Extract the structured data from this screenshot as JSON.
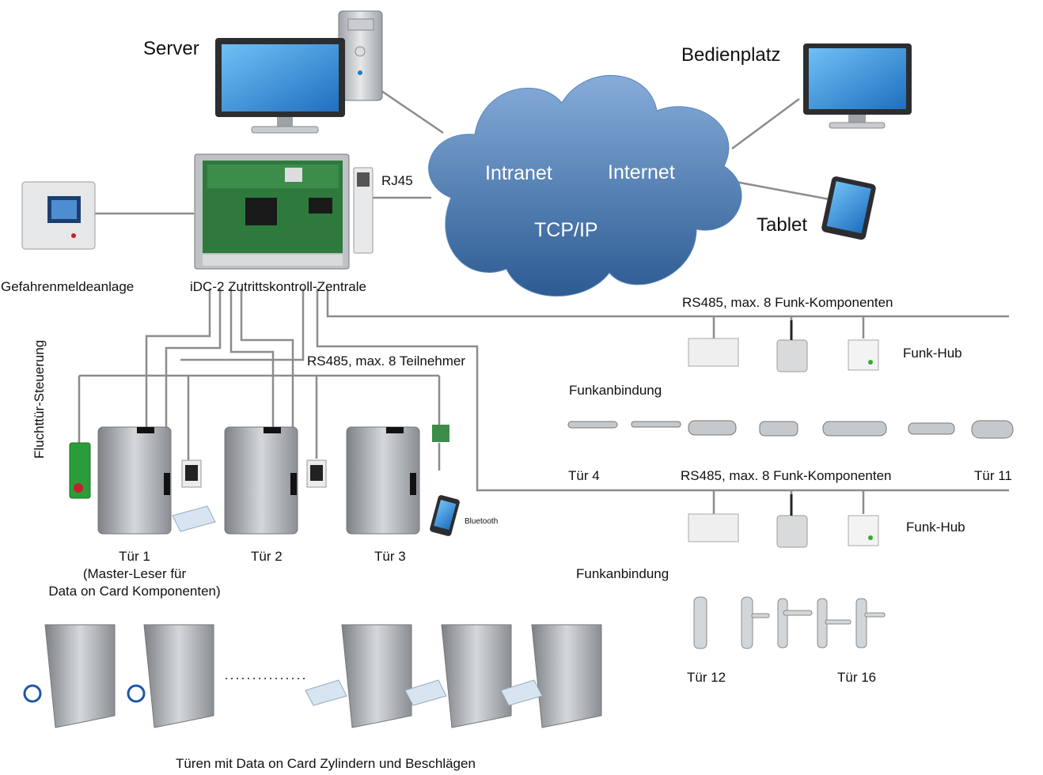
{
  "network": {
    "server": "Server",
    "operator_station": "Bedienplatz",
    "tablet": "Tablet",
    "rj45": "RJ45",
    "cloud": {
      "intranet": "Intranet",
      "internet": "Internet",
      "tcpip": "TCP/IP"
    }
  },
  "controller": {
    "label": "iDC-2 Zutrittskontroll-Zentrale",
    "alarm_system": "Gefahrenmeldeanlage"
  },
  "bus_wired": {
    "label": "RS485, max. 8 Teilnehmer",
    "escape_control": "Fluchttür-Steuerung",
    "door1": "Tür 1",
    "door1_note1": "(Master-Leser für",
    "door1_note2": "Data on Card Komponenten)",
    "door2": "Tür 2",
    "door3": "Tür 3",
    "bluetooth": "Bluetooth"
  },
  "bus_radio_1": {
    "label": "RS485, max. 8 Funk-Komponenten",
    "hub": "Funk-Hub",
    "radio": "Funkanbindung",
    "door_first": "Tür 4",
    "door_last": "Tür 11"
  },
  "bus_radio_2": {
    "label": "RS485, max. 8 Funk-Komponenten",
    "hub": "Funk-Hub",
    "radio": "Funkanbindung",
    "door_first": "Tür 12",
    "door_last": "Tür 16"
  },
  "data_on_card": {
    "caption": "Türen mit Data on Card Zylindern und Beschlägen"
  },
  "colors": {
    "cloud_top": "#7aa3d6",
    "cloud_bottom": "#2f5f95",
    "line": "#8c8c8c",
    "screen": "#3a8fd8",
    "pcb": "#2e7a3c",
    "door": "#a9adb1"
  }
}
